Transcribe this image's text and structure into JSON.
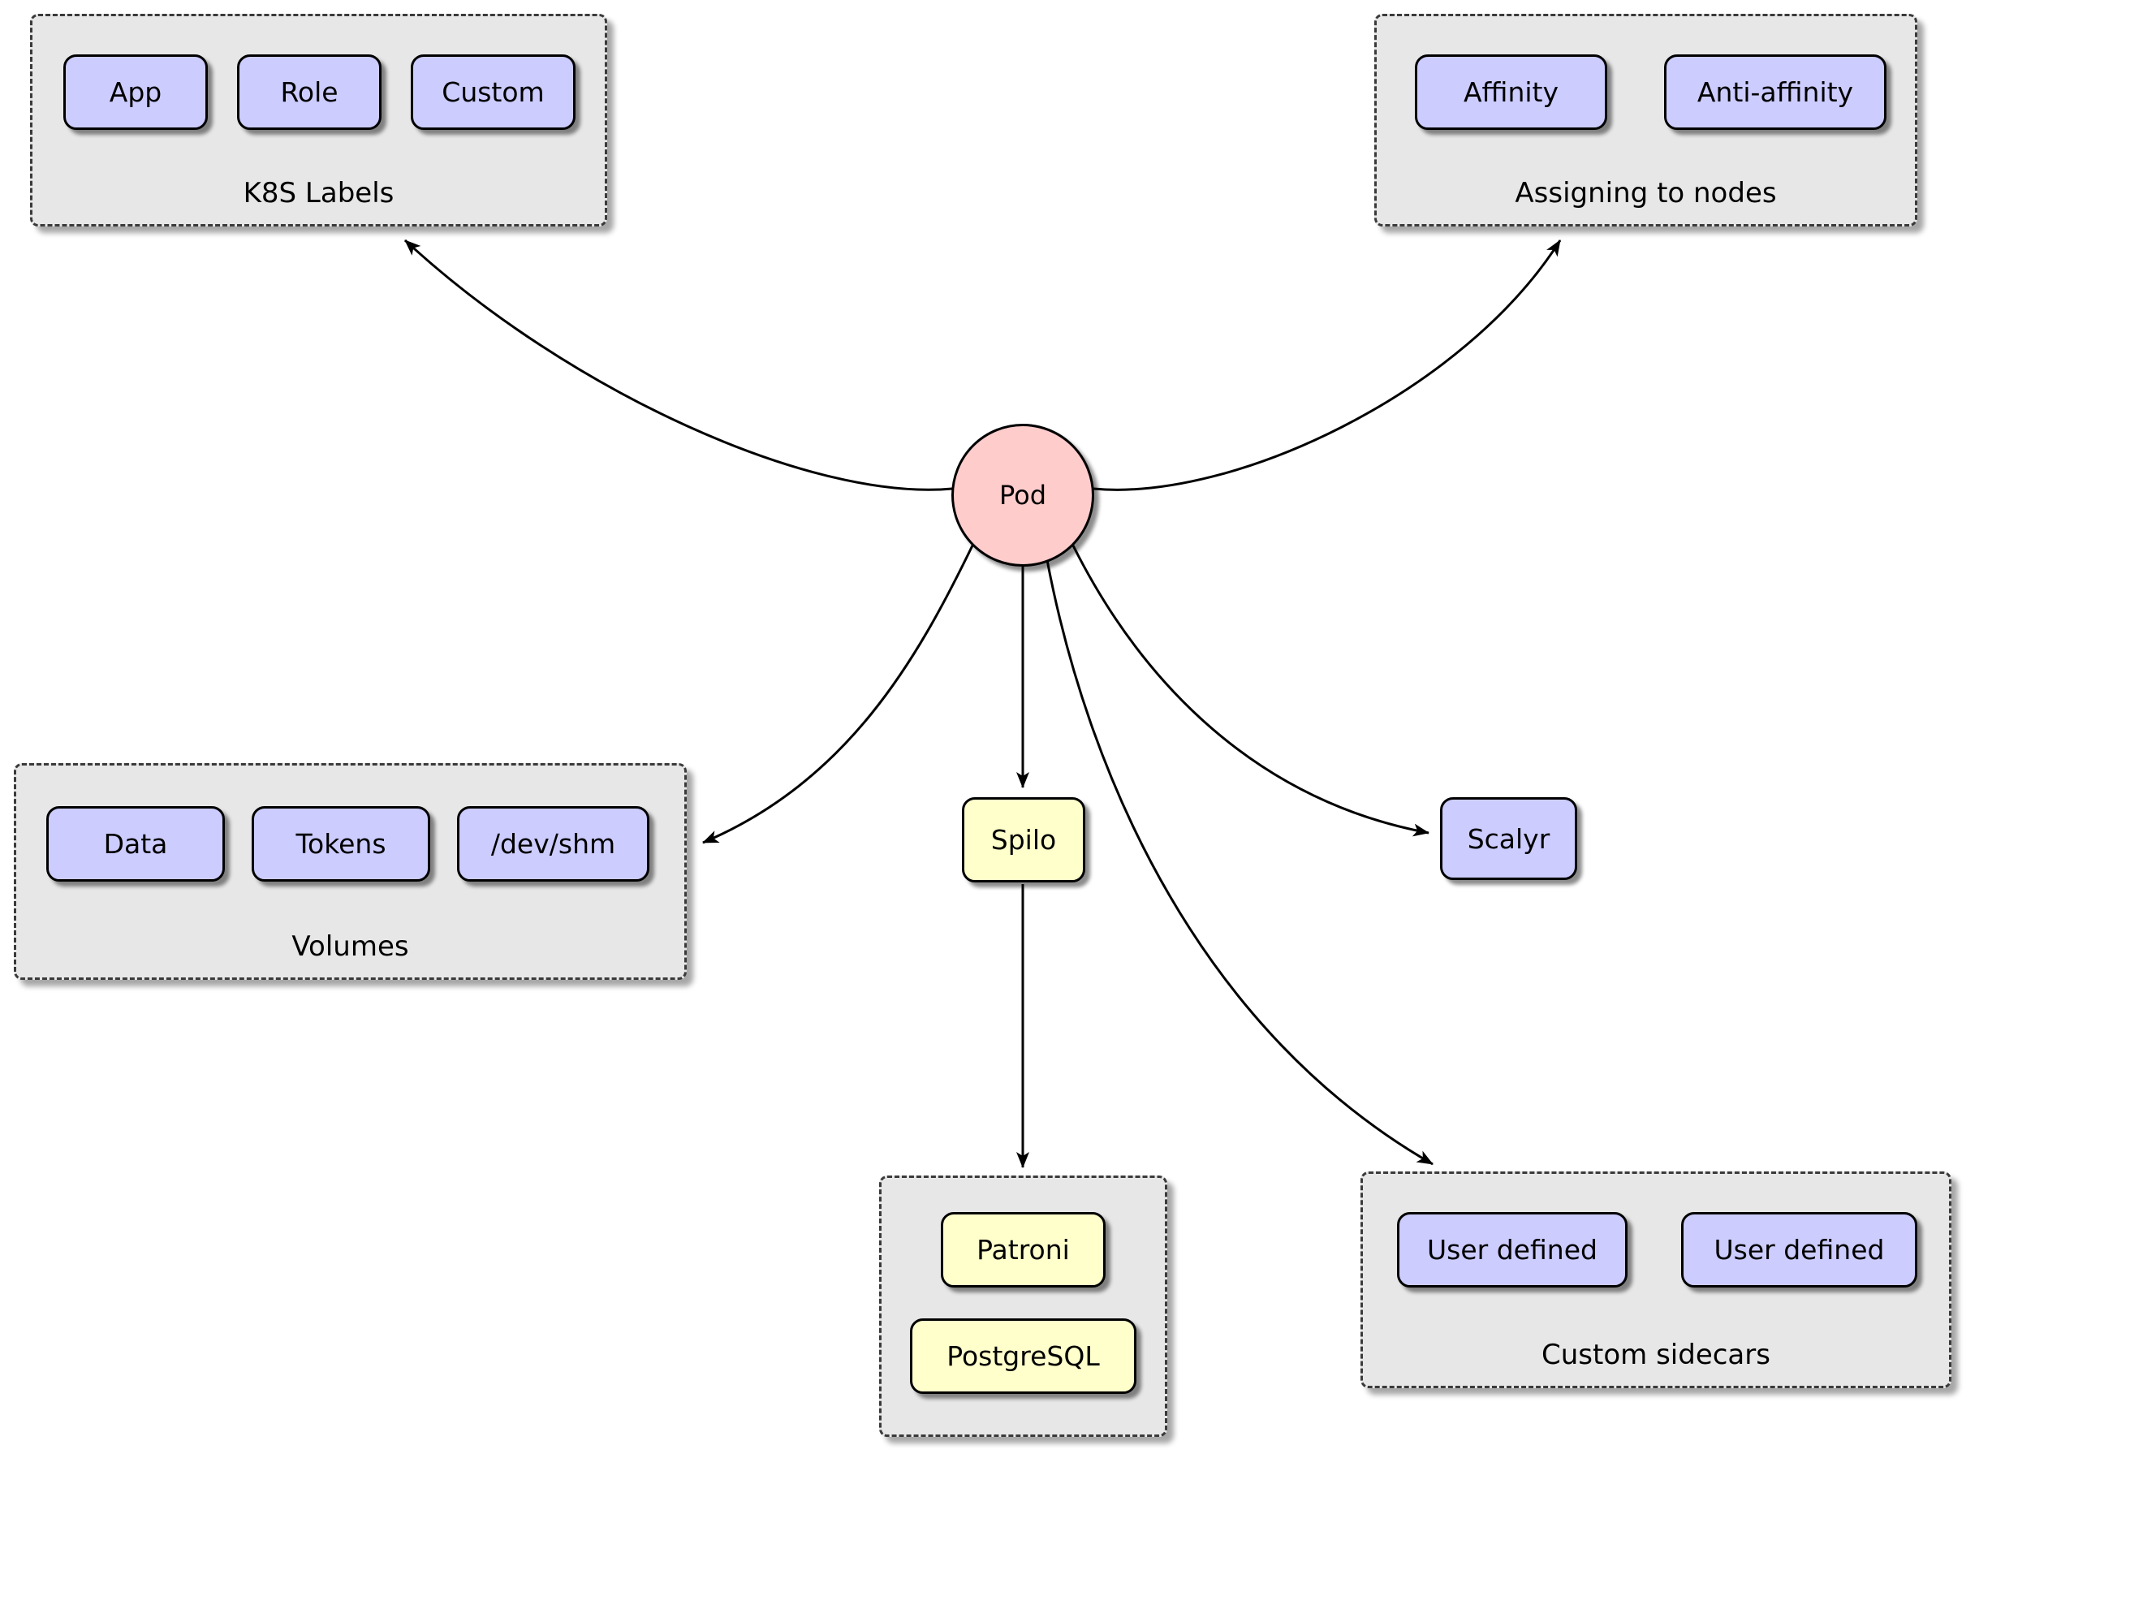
{
  "diagram": {
    "pod_label": "Pod",
    "groups": {
      "k8s_labels": {
        "title": "K8S Labels",
        "items": [
          "App",
          "Role",
          "Custom"
        ]
      },
      "assigning_to_nodes": {
        "title": "Assigning to nodes",
        "items": [
          "Affinity",
          "Anti-affinity"
        ]
      },
      "volumes": {
        "title": "Volumes",
        "items": [
          "Data",
          "Tokens",
          "/dev/shm"
        ]
      },
      "spilo_stack": {
        "items": [
          "Patroni",
          "PostgreSQL"
        ]
      },
      "custom_sidecars": {
        "title": "Custom sidecars",
        "items": [
          "User defined",
          "User defined"
        ]
      }
    },
    "nodes": {
      "spilo": "Spilo",
      "scalyr": "Scalyr"
    },
    "edges": [
      {
        "from": "pod",
        "to": "k8s-labels"
      },
      {
        "from": "pod",
        "to": "assigning-to-nodes"
      },
      {
        "from": "pod",
        "to": "volumes"
      },
      {
        "from": "pod",
        "to": "spilo"
      },
      {
        "from": "pod",
        "to": "scalyr"
      },
      {
        "from": "pod",
        "to": "custom-sidecars"
      },
      {
        "from": "spilo",
        "to": "patroni-postgresql-stack"
      }
    ],
    "colors": {
      "node_purple_fill": "#ccccff",
      "node_yellow_fill": "#ffffcc",
      "pod_pink_fill": "#ffcccc",
      "group_gray_fill": "#e7e7e7",
      "border": "#000000",
      "arrow": "#000000",
      "background": "#ffffff"
    }
  }
}
